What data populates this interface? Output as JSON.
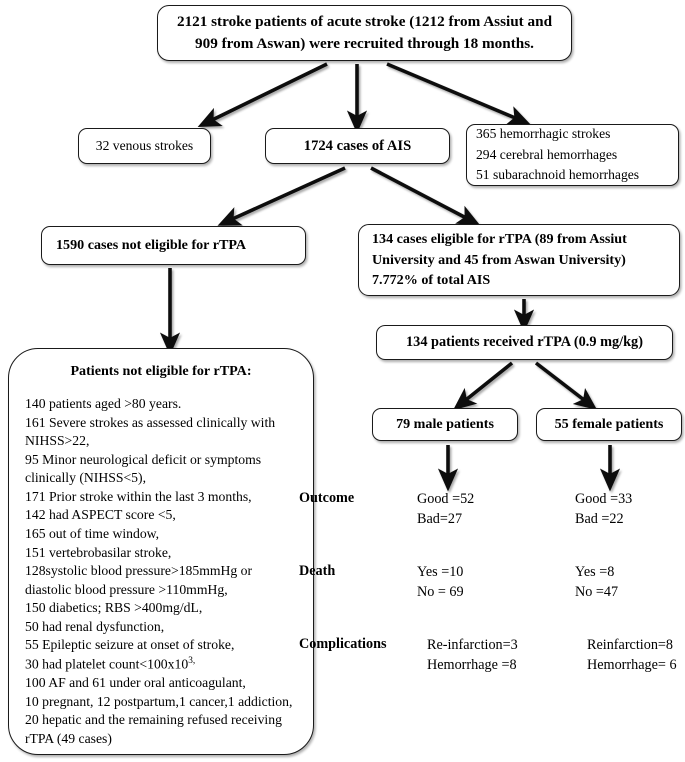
{
  "figure": {
    "type": "flowchart",
    "title": "Stroke patient recruitment and rTPA treatment flow"
  },
  "nodes": {
    "top": {
      "line1": "2121 stroke patients of acute stroke (1212 from Assiut and",
      "line2": "909 from Aswan) were recruited through 18 months."
    },
    "venous": {
      "label": "32 venous strokes"
    },
    "ais": {
      "label": "1724 cases of AIS"
    },
    "hemorrhagic": {
      "line1": "365 hemorrhagic strokes",
      "line2": "294 cerebral hemorrhages",
      "line3": "51 subarachnoid hemorrhages"
    },
    "not_eligible": {
      "label": "1590 cases not eligible for rTPA"
    },
    "eligible": {
      "line1": "134 cases eligible for rTPA (89 from Assiut",
      "line2": "University and 45 from Aswan University)",
      "line3": "7.772% of total AIS"
    },
    "received": {
      "label": "134 patients received rTPA (0.9 mg/kg)"
    },
    "male": {
      "label": "79 male patients"
    },
    "female": {
      "label": "55 female patients"
    },
    "exclusions": {
      "header": "Patients not eligible for rTPA:",
      "items": [
        "140 patients aged >80 years.",
        "161 Severe strokes as assessed clinically with NIHSS>22,",
        "95 Minor neurological deficit or symptoms clinically (NIHSS<5),",
        "171 Prior stroke within the last 3 months,",
        "142 had ASPECT score <5,",
        "165 out of time window,",
        "151 vertebrobasilar stroke,",
        "128systolic blood pressure>185mmHg or diastolic blood pressure >110mmHg,",
        "150 diabetics; RBS >400mg/dL,",
        "50 had renal dysfunction,",
        "55 Epileptic seizure at onset of stroke,",
        "30 had platelet count<100x10",
        "100 AF and 61 under oral anticoagulant,",
        "10 pregnant, 12 postpartum,1 cancer,1 addiction, 20 hepatic and the remaining refused receiving rTPA (49 cases)"
      ],
      "platelet_superscript": "3,"
    }
  },
  "outcome_table": {
    "rows": [
      {
        "label": "Outcome",
        "male": [
          "Good =52",
          "Bad=27"
        ],
        "female": [
          "Good =33",
          "Bad =22"
        ]
      },
      {
        "label": "Death",
        "male": [
          "Yes =10",
          "No = 69"
        ],
        "female": [
          "Yes =8",
          "No =47"
        ]
      },
      {
        "label": "Complications",
        "male": [
          "Re-infarction=3",
          "Hemorrhage =8"
        ],
        "female": [
          "Reinfarction=8",
          "Hemorrhage= 6"
        ]
      }
    ]
  },
  "chart_data": {
    "type": "diagram",
    "total_recruited": 2121,
    "assiut": 1212,
    "aswan": 909,
    "venous_strokes": 32,
    "ais_cases": 1724,
    "hemorrhagic_strokes": 365,
    "cerebral_hemorrhages": 294,
    "subarachnoid_hemorrhages": 51,
    "not_eligible_rtpa": 1590,
    "eligible_rtpa": 134,
    "eligible_assiut": 89,
    "eligible_aswan": 45,
    "percent_of_total_ais": 7.772,
    "received_rtpa": 134,
    "rtpa_dose_mg_per_kg": 0.9,
    "male_patients": 79,
    "female_patients": 55
  },
  "colors": {
    "stroke": "#1a1a1a",
    "background": "#ffffff"
  }
}
